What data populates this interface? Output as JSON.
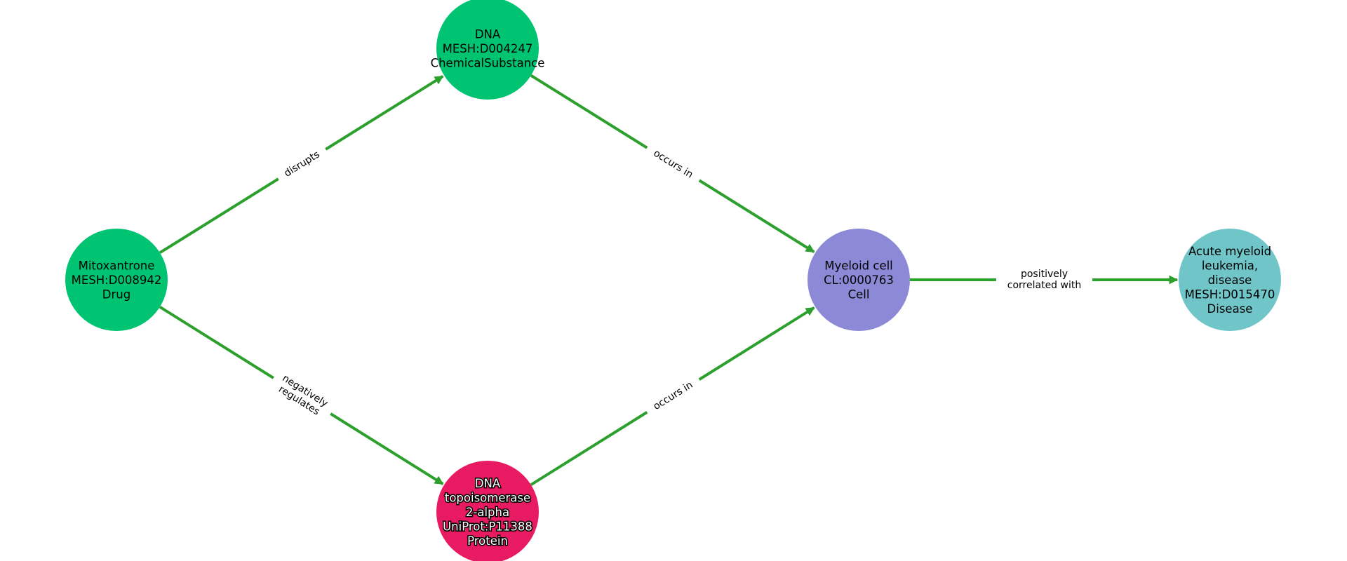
{
  "graph": {
    "edge_color": "#2ca02c",
    "nodes": [
      {
        "id": "mito",
        "lines": [
          "Mitoxantrone",
          "MESH:D008942",
          "Drug"
        ],
        "color": "#00c472",
        "light_text": false
      },
      {
        "id": "dna",
        "lines": [
          "DNA",
          "MESH:D004247",
          "ChemicalSubstance"
        ],
        "color": "#00c472",
        "light_text": false
      },
      {
        "id": "topo",
        "lines": [
          "DNA",
          "topoisomerase",
          "2-alpha",
          "UniProt:P11388",
          "Protein"
        ],
        "color": "#e81a62",
        "light_text": true
      },
      {
        "id": "myeloid",
        "lines": [
          "Myeloid cell",
          "CL:0000763",
          "Cell"
        ],
        "color": "#8c89d7",
        "light_text": false
      },
      {
        "id": "aml",
        "lines": [
          "Acute myeloid",
          "leukemia,",
          "disease",
          "MESH:D015470",
          "Disease"
        ],
        "color": "#6fc5c8",
        "light_text": false
      }
    ],
    "edges": [
      {
        "source": "mito",
        "target": "dna",
        "label": [
          "disrupts"
        ]
      },
      {
        "source": "mito",
        "target": "topo",
        "label": [
          "negatively",
          "regulates"
        ]
      },
      {
        "source": "dna",
        "target": "myeloid",
        "label": [
          "occurs in"
        ]
      },
      {
        "source": "topo",
        "target": "myeloid",
        "label": [
          "occurs in"
        ]
      },
      {
        "source": "myeloid",
        "target": "aml",
        "label": [
          "positively",
          "correlated with"
        ]
      }
    ]
  }
}
